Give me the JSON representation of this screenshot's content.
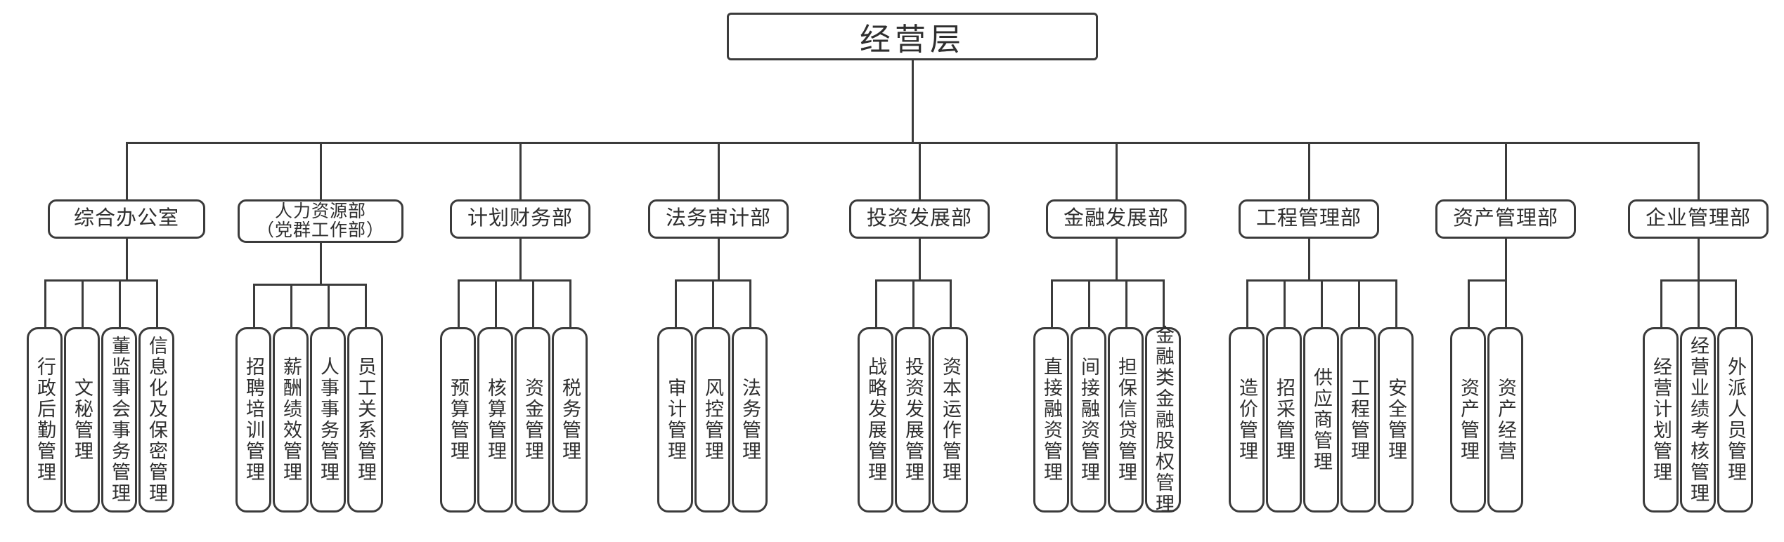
{
  "diagram": {
    "title": "经营层组织架构图",
    "type": "org-chart",
    "orientation": "top-down",
    "colors": {
      "stroke": "#3b3b3b",
      "fill": "#ffffff",
      "text": "#2f2f2f"
    }
  },
  "root": {
    "label": "经营层"
  },
  "departments": [
    {
      "label": "综合办公室",
      "two_line": false,
      "children": [
        {
          "label": "行政后勤管理"
        },
        {
          "label": "文秘管理"
        },
        {
          "label": "董监事会事务管理"
        },
        {
          "label": "信息化及保密管理"
        }
      ]
    },
    {
      "label": "人力资源部\n（党群工作部）",
      "two_line": true,
      "children": [
        {
          "label": "招聘培训管理"
        },
        {
          "label": "薪酬绩效管理"
        },
        {
          "label": "人事事务管理"
        },
        {
          "label": "员工关系管理"
        }
      ]
    },
    {
      "label": "计划财务部",
      "two_line": false,
      "children": [
        {
          "label": "预算管理"
        },
        {
          "label": "核算管理"
        },
        {
          "label": "资金管理"
        },
        {
          "label": "税务管理"
        }
      ]
    },
    {
      "label": "法务审计部",
      "two_line": false,
      "children": [
        {
          "label": "审计管理"
        },
        {
          "label": "风控管理"
        },
        {
          "label": "法务管理"
        }
      ]
    },
    {
      "label": "投资发展部",
      "two_line": false,
      "children": [
        {
          "label": "战略发展管理"
        },
        {
          "label": "投资发展管理"
        },
        {
          "label": "资本运作管理"
        }
      ]
    },
    {
      "label": "金融发展部",
      "two_line": false,
      "children": [
        {
          "label": "直接融资管理"
        },
        {
          "label": "间接融资管理"
        },
        {
          "label": "担保信贷管理"
        },
        {
          "label": "金融类金融股权管理"
        }
      ]
    },
    {
      "label": "工程管理部",
      "two_line": false,
      "children": [
        {
          "label": "造价管理"
        },
        {
          "label": "招采管理"
        },
        {
          "label": "供应商管理"
        },
        {
          "label": "工程管理"
        },
        {
          "label": "安全管理"
        }
      ]
    },
    {
      "label": "资产管理部",
      "two_line": false,
      "children": [
        {
          "label": "资产管理"
        },
        {
          "label": "资产经营"
        }
      ]
    },
    {
      "label": "企业管理部",
      "two_line": false,
      "children": [
        {
          "label": "经营计划管理"
        },
        {
          "label": "经营业绩考核管理"
        },
        {
          "label": "外派人员管理"
        }
      ]
    }
  ]
}
